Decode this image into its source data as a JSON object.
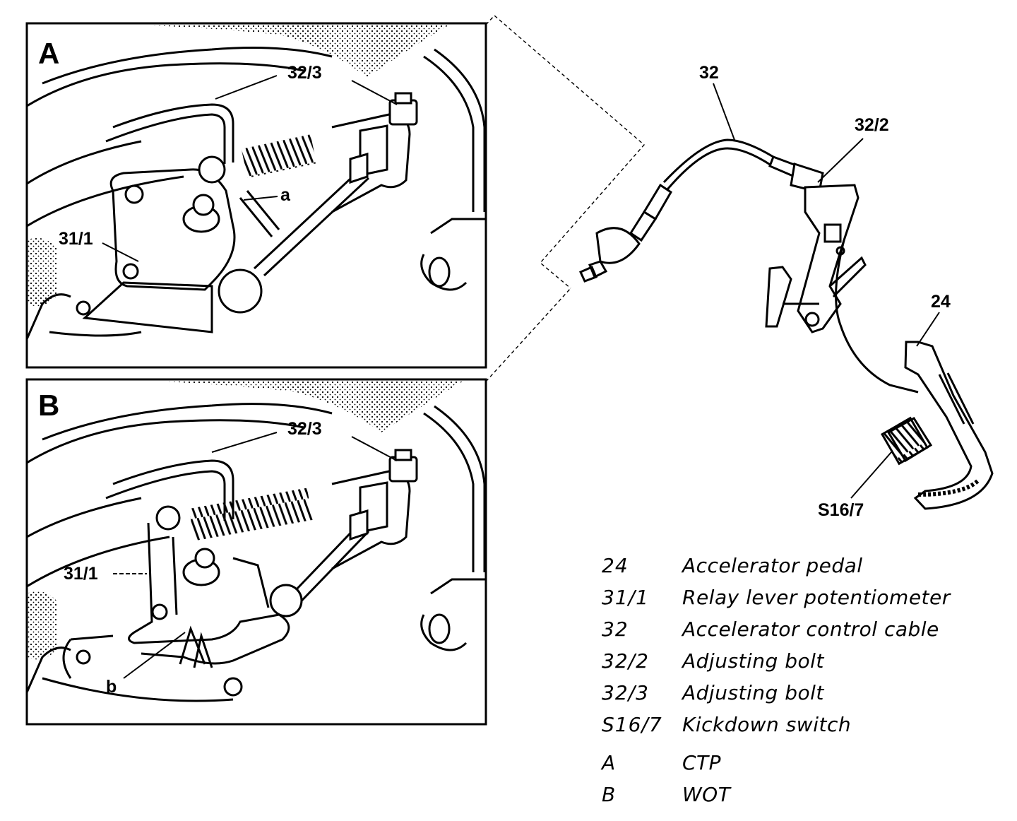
{
  "panels": {
    "a": {
      "letter": "A",
      "callouts": {
        "adjusting_bolt": "32/3",
        "relay_lever": "31/1",
        "gap": "a"
      }
    },
    "b": {
      "letter": "B",
      "callouts": {
        "adjusting_bolt": "32/3",
        "relay_lever": "31/1",
        "gap": "b"
      }
    }
  },
  "pedal_callouts": {
    "cable": "32",
    "pedal_adjusting_bolt": "32/2",
    "pedal": "24",
    "kickdown": "S16/7"
  },
  "legend": {
    "items": [
      {
        "code": "24",
        "desc": "Accelerator pedal"
      },
      {
        "code": "31/1",
        "desc": "Relay lever potentiometer"
      },
      {
        "code": "32",
        "desc": "Accelerator control cable"
      },
      {
        "code": "32/2",
        "desc": "Adjusting bolt"
      },
      {
        "code": "32/3",
        "desc": "Adjusting bolt"
      },
      {
        "code": "S16/7",
        "desc": "Kickdown switch"
      }
    ],
    "states": [
      {
        "code": "A",
        "desc": "CTP"
      },
      {
        "code": "B",
        "desc": "WOT"
      }
    ]
  },
  "colors": {
    "ink": "#000000",
    "paper": "#ffffff"
  }
}
